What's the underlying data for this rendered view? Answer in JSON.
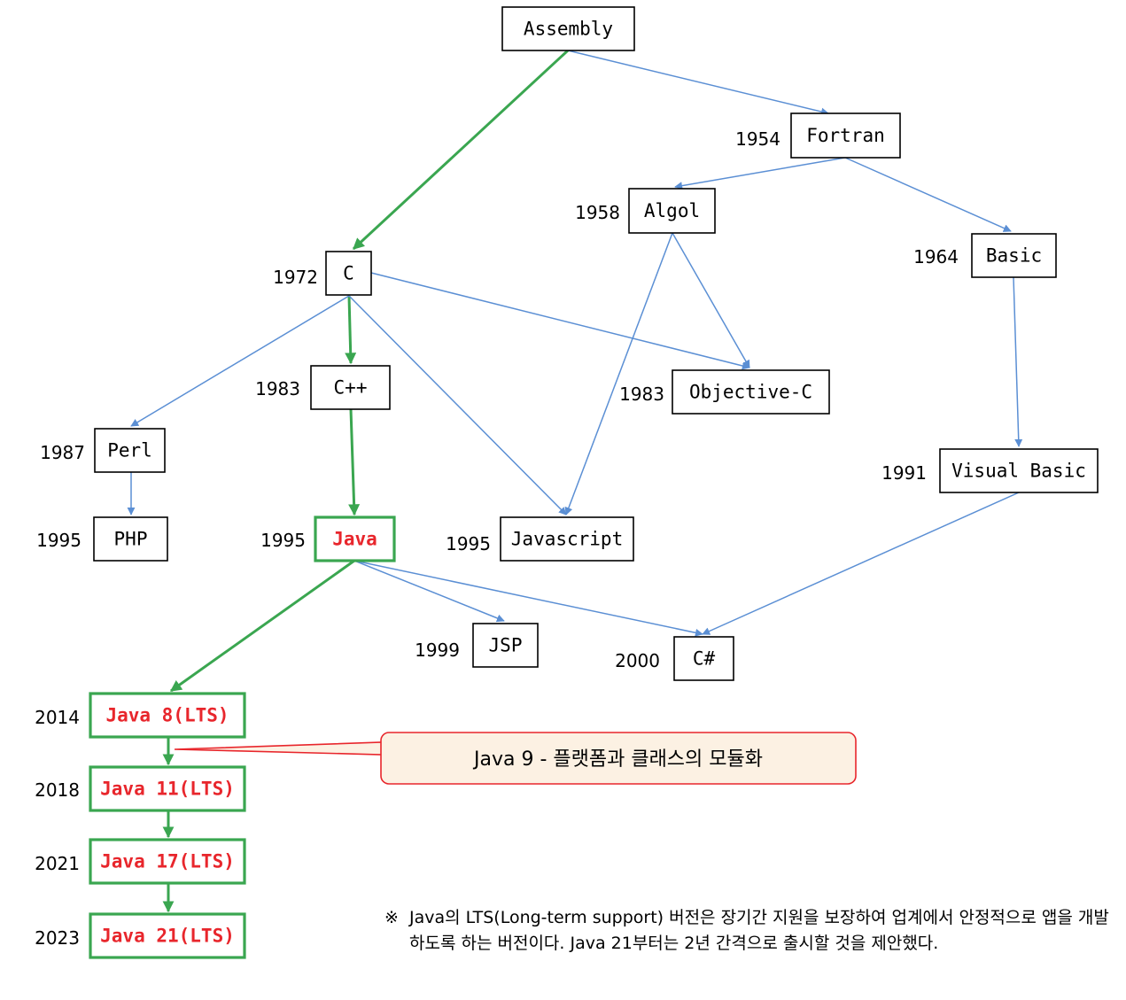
{
  "diagram": {
    "nodes": [
      {
        "id": "assembly",
        "label": "Assembly",
        "year": ""
      },
      {
        "id": "fortran",
        "label": "Fortran",
        "year": "1954"
      },
      {
        "id": "algol",
        "label": "Algol",
        "year": "1958"
      },
      {
        "id": "basic",
        "label": "Basic",
        "year": "1964"
      },
      {
        "id": "c",
        "label": "C",
        "year": "1972"
      },
      {
        "id": "cpp",
        "label": "C++",
        "year": "1983"
      },
      {
        "id": "objc",
        "label": "Objective-C",
        "year": "1983"
      },
      {
        "id": "perl",
        "label": "Perl",
        "year": "1987"
      },
      {
        "id": "vb",
        "label": "Visual Basic",
        "year": "1991"
      },
      {
        "id": "php",
        "label": "PHP",
        "year": "1995"
      },
      {
        "id": "java",
        "label": "Java",
        "year": "1995"
      },
      {
        "id": "js",
        "label": "Javascript",
        "year": "1995"
      },
      {
        "id": "jsp",
        "label": "JSP",
        "year": "1999"
      },
      {
        "id": "csharp",
        "label": "C#",
        "year": "2000"
      },
      {
        "id": "java8",
        "label": "Java 8(LTS)",
        "year": "2014"
      },
      {
        "id": "java11",
        "label": "Java 11(LTS)",
        "year": "2018"
      },
      {
        "id": "java17",
        "label": "Java 17(LTS)",
        "year": "2021"
      },
      {
        "id": "java21",
        "label": "Java 21(LTS)",
        "year": "2023"
      }
    ],
    "edges": [
      {
        "from": "assembly",
        "to": "fortran",
        "style": "blue"
      },
      {
        "from": "assembly",
        "to": "c",
        "style": "green"
      },
      {
        "from": "fortran",
        "to": "algol",
        "style": "blue"
      },
      {
        "from": "fortran",
        "to": "basic",
        "style": "blue"
      },
      {
        "from": "algol",
        "to": "objc",
        "style": "blue"
      },
      {
        "from": "algol",
        "to": "js",
        "style": "blue"
      },
      {
        "from": "basic",
        "to": "vb",
        "style": "blue"
      },
      {
        "from": "c",
        "to": "objc",
        "style": "blue"
      },
      {
        "from": "c",
        "to": "cpp",
        "style": "green"
      },
      {
        "from": "c",
        "to": "perl",
        "style": "blue"
      },
      {
        "from": "c",
        "to": "js",
        "style": "blue"
      },
      {
        "from": "cpp",
        "to": "java",
        "style": "green"
      },
      {
        "from": "perl",
        "to": "php",
        "style": "blue"
      },
      {
        "from": "java",
        "to": "jsp",
        "style": "blue"
      },
      {
        "from": "java",
        "to": "csharp",
        "style": "blue"
      },
      {
        "from": "vb",
        "to": "csharp",
        "style": "blue"
      },
      {
        "from": "java",
        "to": "java8",
        "style": "green"
      },
      {
        "from": "java8",
        "to": "java11",
        "style": "green"
      },
      {
        "from": "java11",
        "to": "java17",
        "style": "green"
      },
      {
        "from": "java17",
        "to": "java21",
        "style": "green"
      }
    ],
    "callout": "Java 9 - 플랫폼과 클래스의 모듈화"
  },
  "colors": {
    "java_green": "#3aa650",
    "java_red": "#e8262c",
    "edge_blue": "#5b8fd4",
    "callout_fill": "#fcf1e3"
  },
  "footnote": {
    "mark": "※",
    "text": "Java의 LTS(Long-term support) 버전은 장기간 지원을 보장하여 업계에서 안정적으로 앱을 개발하도록 하는 버전이다. Java 21부터는 2년 간격으로 출시할 것을 제안했다."
  }
}
